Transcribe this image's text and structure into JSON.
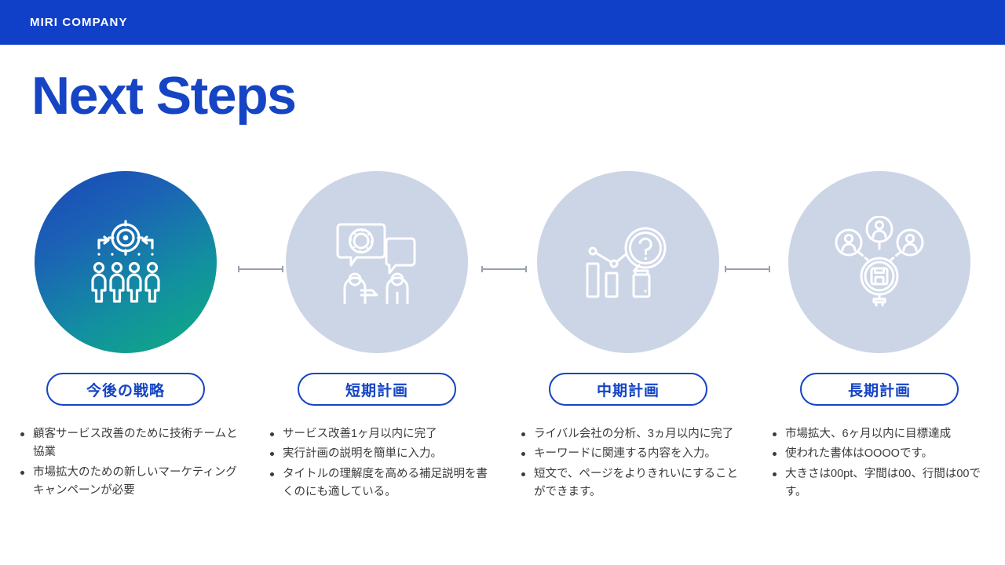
{
  "header": {
    "brand": "MIRI COMPANY",
    "bar_color": "#1140c8"
  },
  "title": "Next Steps",
  "title_color": "#1544c4",
  "colors": {
    "accent": "#1544c4",
    "muted_circle": "#ccd5e6",
    "gradient_from": "#1a47b8",
    "gradient_to": "#0fae81",
    "connector": "#9aa0ad",
    "body_text": "#3b3b3b"
  },
  "steps": [
    {
      "icon": "target-team-icon",
      "circle_style": "gradient",
      "label": "今後の戦略",
      "bullets": [
        "顧客サービス改善のために技術チームと協業",
        "市場拡大のための新しいマーケティングキャンペーンが必要"
      ]
    },
    {
      "icon": "discussion-gear-icon",
      "circle_style": "muted",
      "label": "短期計画",
      "bullets": [
        "サービス改善1ヶ月以内に完了",
        "実行計画の説明を簡単に入力。",
        "タイトルの理解度を高める補足説明を書くのにも適している。"
      ]
    },
    {
      "icon": "chart-search-icon",
      "circle_style": "muted",
      "label": "中期計画",
      "bullets": [
        "ライバル会社の分析、3ヵ月以内に完了",
        "キーワードに関連する内容を入力。",
        "短文で、ページをよりきれいにすることができます。"
      ]
    },
    {
      "icon": "network-team-icon",
      "circle_style": "muted",
      "label": "長期計画",
      "bullets": [
        "市場拡大、6ヶ月以内に目標達成",
        "使われた書体はOOOOです。",
        "大きさは00pt、字間は00、行間は00です。"
      ]
    }
  ]
}
